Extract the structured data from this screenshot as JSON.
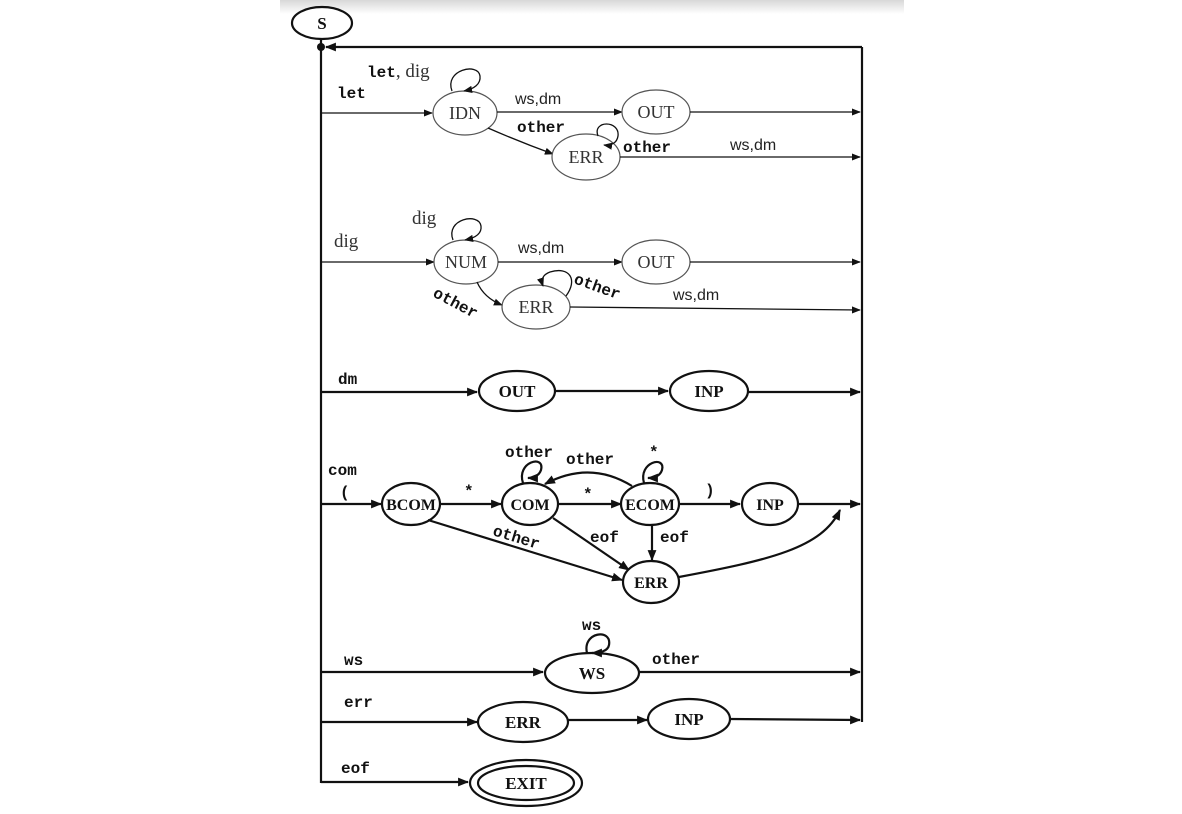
{
  "nodes": {
    "start": "S",
    "idn": "IDN",
    "idn_out": "OUT",
    "idn_err": "ERR",
    "num": "NUM",
    "num_out": "OUT",
    "num_err": "ERR",
    "dm_out": "OUT",
    "dm_inp": "INP",
    "bcom": "BCOM",
    "com": "COM",
    "ecom": "ECOM",
    "com_inp": "INP",
    "com_err": "ERR",
    "ws": "WS",
    "err": "ERR",
    "err_inp": "INP",
    "exit": "EXIT"
  },
  "edges": {
    "let_entry": "let",
    "idn_loop_let": "let",
    "idn_loop_dig": ", dig",
    "idn_to_out": "ws,dm",
    "idn_to_err": "other",
    "idn_err_loop": "other",
    "idn_err_exit": "ws,dm",
    "dig_entry": "dig",
    "num_loop": "dig",
    "num_to_out": "ws,dm",
    "num_to_err": "other",
    "num_err_loop": "other",
    "num_err_exit": "ws,dm",
    "dm_entry": "dm",
    "com_entry": "com",
    "com_paren": "(",
    "bcom_to_com": "*",
    "com_loop": "other",
    "com_to_ecom": "*",
    "ecom_to_com": "other",
    "ecom_loop": "*",
    "ecom_to_inp": ")",
    "bcom_to_err": "other",
    "com_to_err": "eof",
    "ecom_to_err": "eof",
    "ws_entry": "ws",
    "ws_loop": "ws",
    "ws_exit": "other",
    "err_entry": "err",
    "eof_entry": "eof"
  },
  "colors": {
    "stroke": "#111111",
    "thin_node_stroke": "#555555",
    "background": "#ffffff"
  }
}
